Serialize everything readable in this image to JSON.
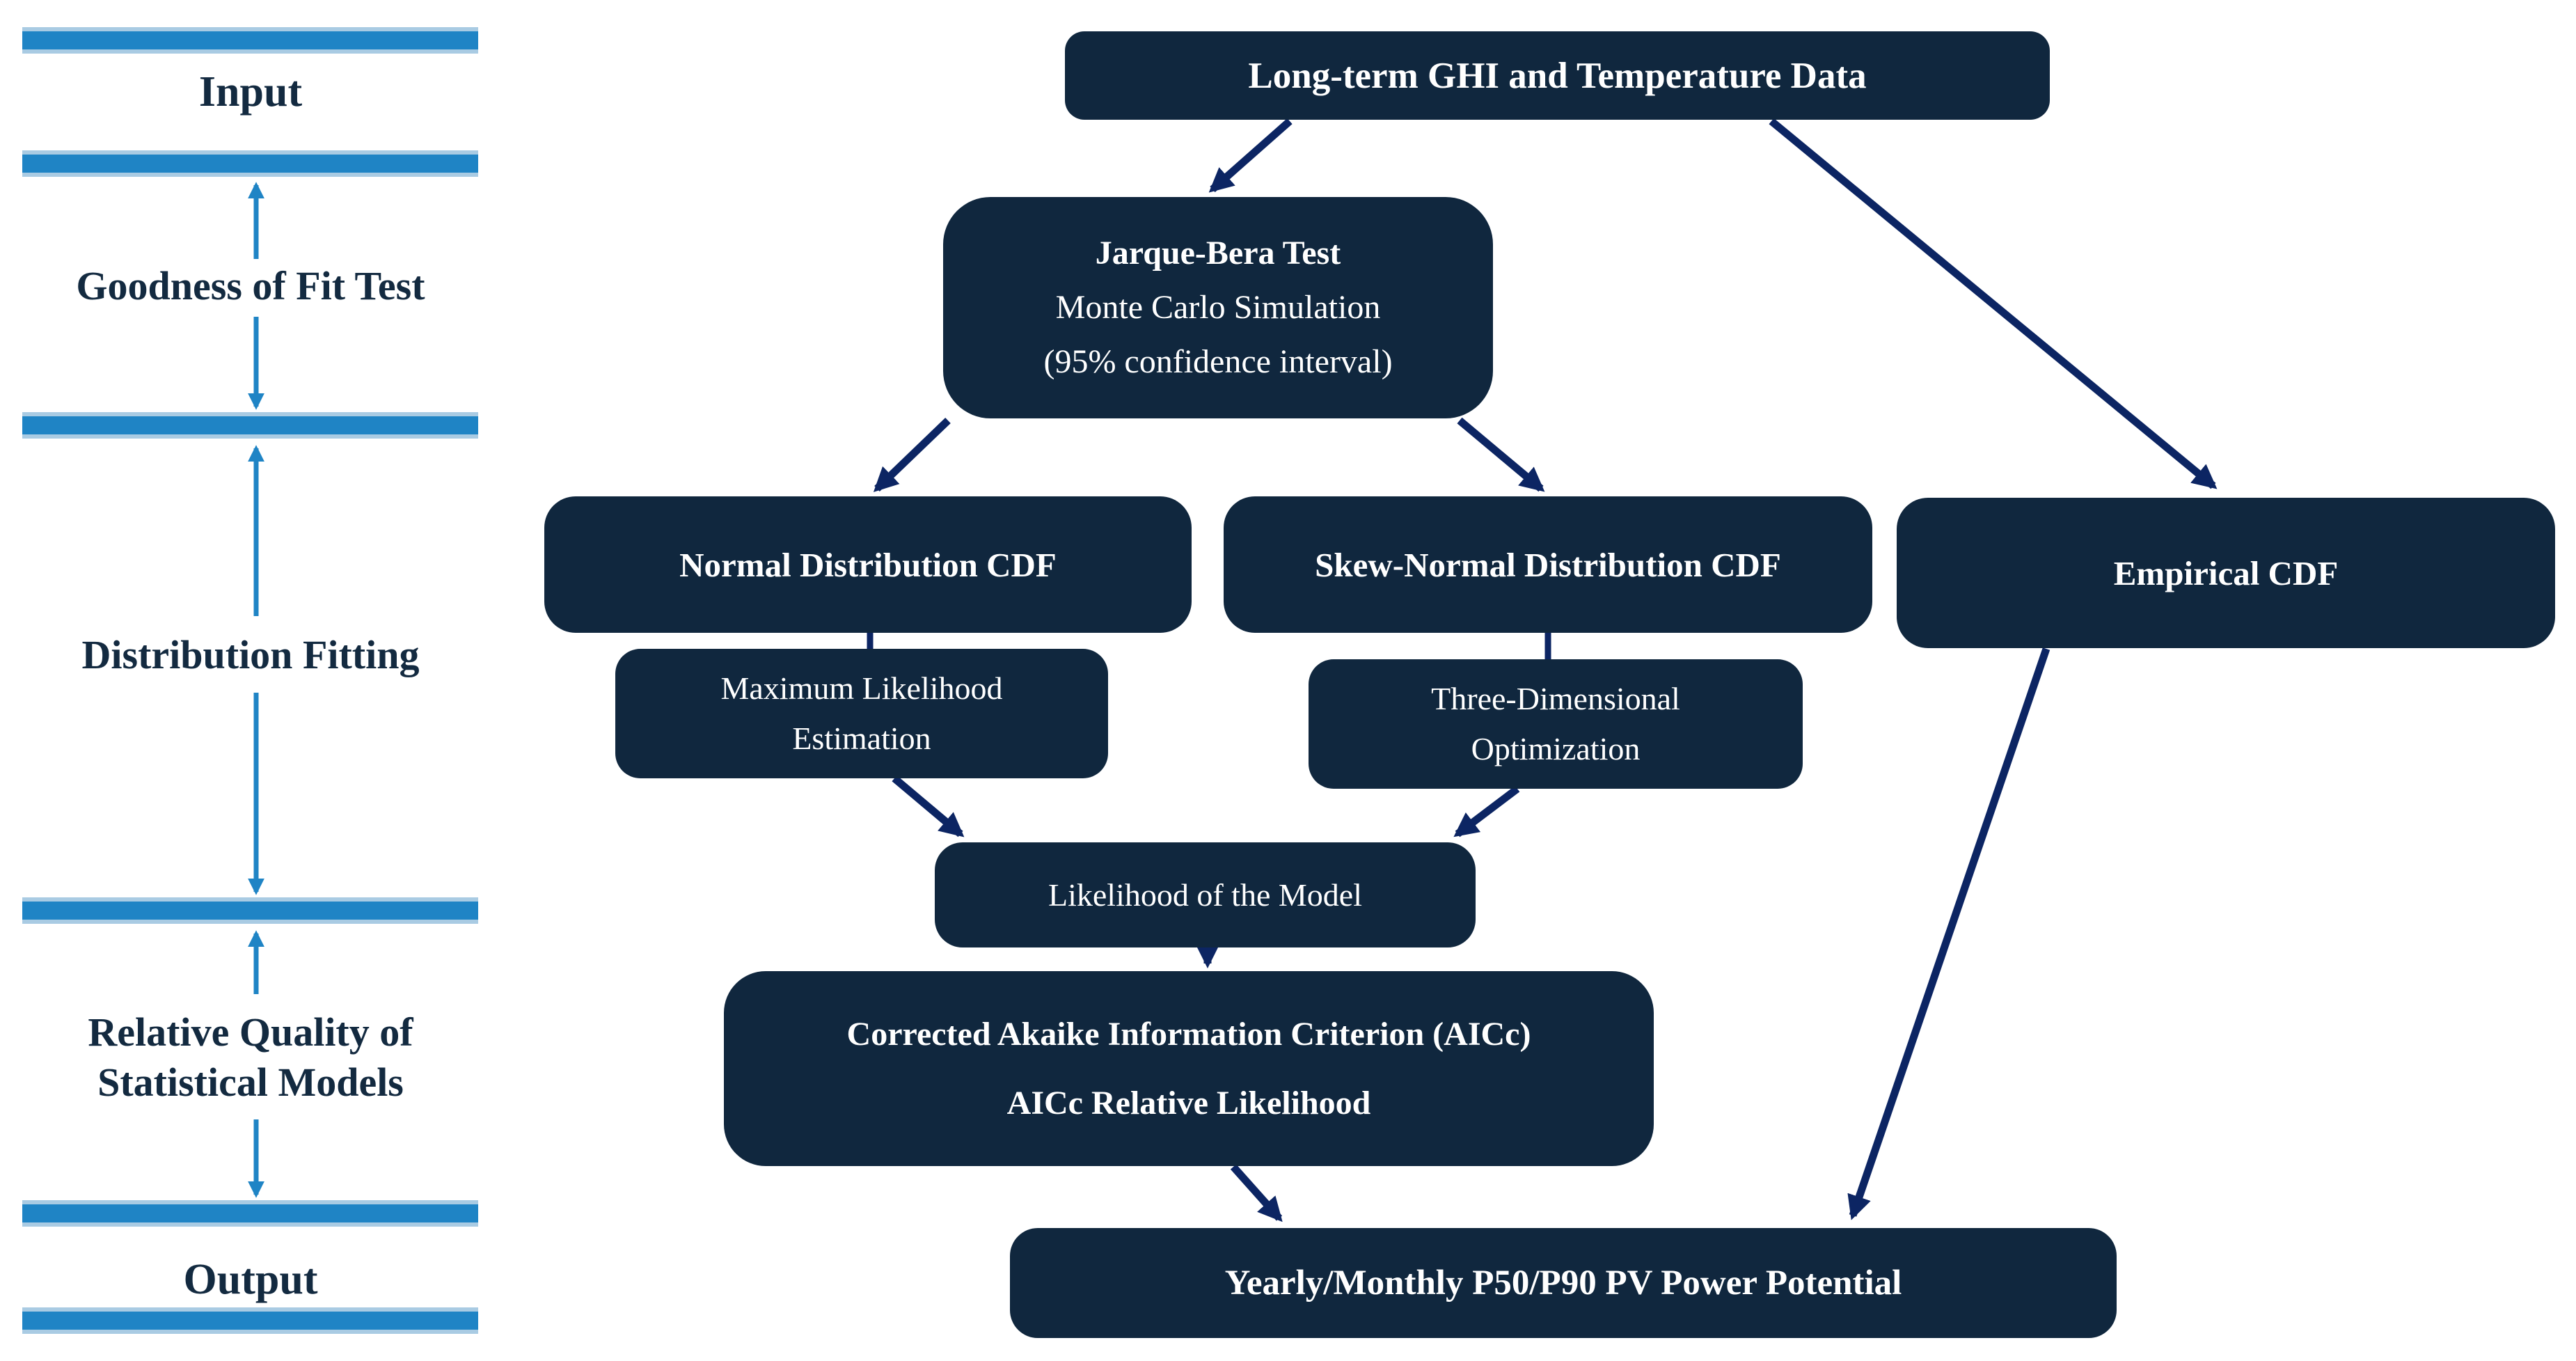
{
  "sidebar": {
    "input_label": "Input",
    "gof_label": "Goodness of Fit Test",
    "df_label": "Distribution Fitting",
    "rq_line1": "Relative Quality of",
    "rq_line2": "Statistical Models",
    "output_label": "Output"
  },
  "flowchart": {
    "top_box": "Long-term GHI and Temperature Data",
    "jb_line1": "Jarque-Bera Test",
    "jb_line2": "Monte Carlo Simulation",
    "jb_line3": "(95% confidence interval)",
    "normal_box": "Normal Distribution CDF",
    "skew_box": "Skew-Normal Distribution CDF",
    "empirical_box": "Empirical CDF",
    "mle_line1": "Maximum Likelihood",
    "mle_line2": "Estimation",
    "tdo_line1": "Three-Dimensional",
    "tdo_line2": "Optimization",
    "likelihood_box": "Likelihood of the Model",
    "aicc_line1": "Corrected Akaike Information Criterion (AICc)",
    "aicc_line2": "AICc Relative Likelihood",
    "output_box": "Yearly/Monthly P50/P90 PV Power Potential"
  },
  "colors": {
    "node_fill": "#10273e",
    "arrow_navy": "#0c2563",
    "bar_blue": "#1f84c5",
    "bar_edge": "#a9cbe3",
    "label_text": "#132a40"
  }
}
